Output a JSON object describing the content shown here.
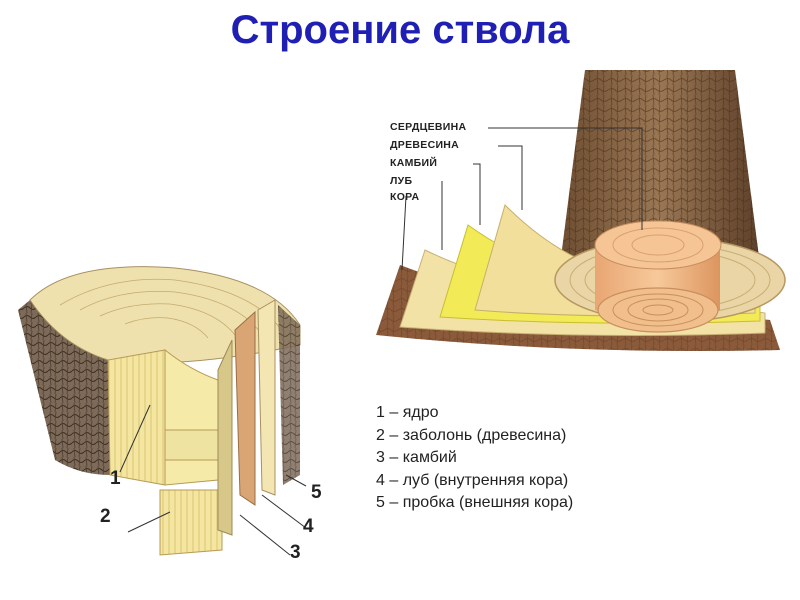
{
  "title": "Строение ствола",
  "trunk_labels": [
    "СЕРДЦЕВИНА",
    "ДРЕВЕСИНА",
    "КАМБИЙ",
    "ЛУБ",
    "КОРА"
  ],
  "section_numbers": [
    "1",
    "2",
    "3",
    "4",
    "5"
  ],
  "legend": [
    "1 – ядро",
    "2 – заболонь (древесина)",
    "3 – камбий",
    "4 – луб (внутренняя кора)",
    "5 – пробка (внешняя кора)"
  ]
}
